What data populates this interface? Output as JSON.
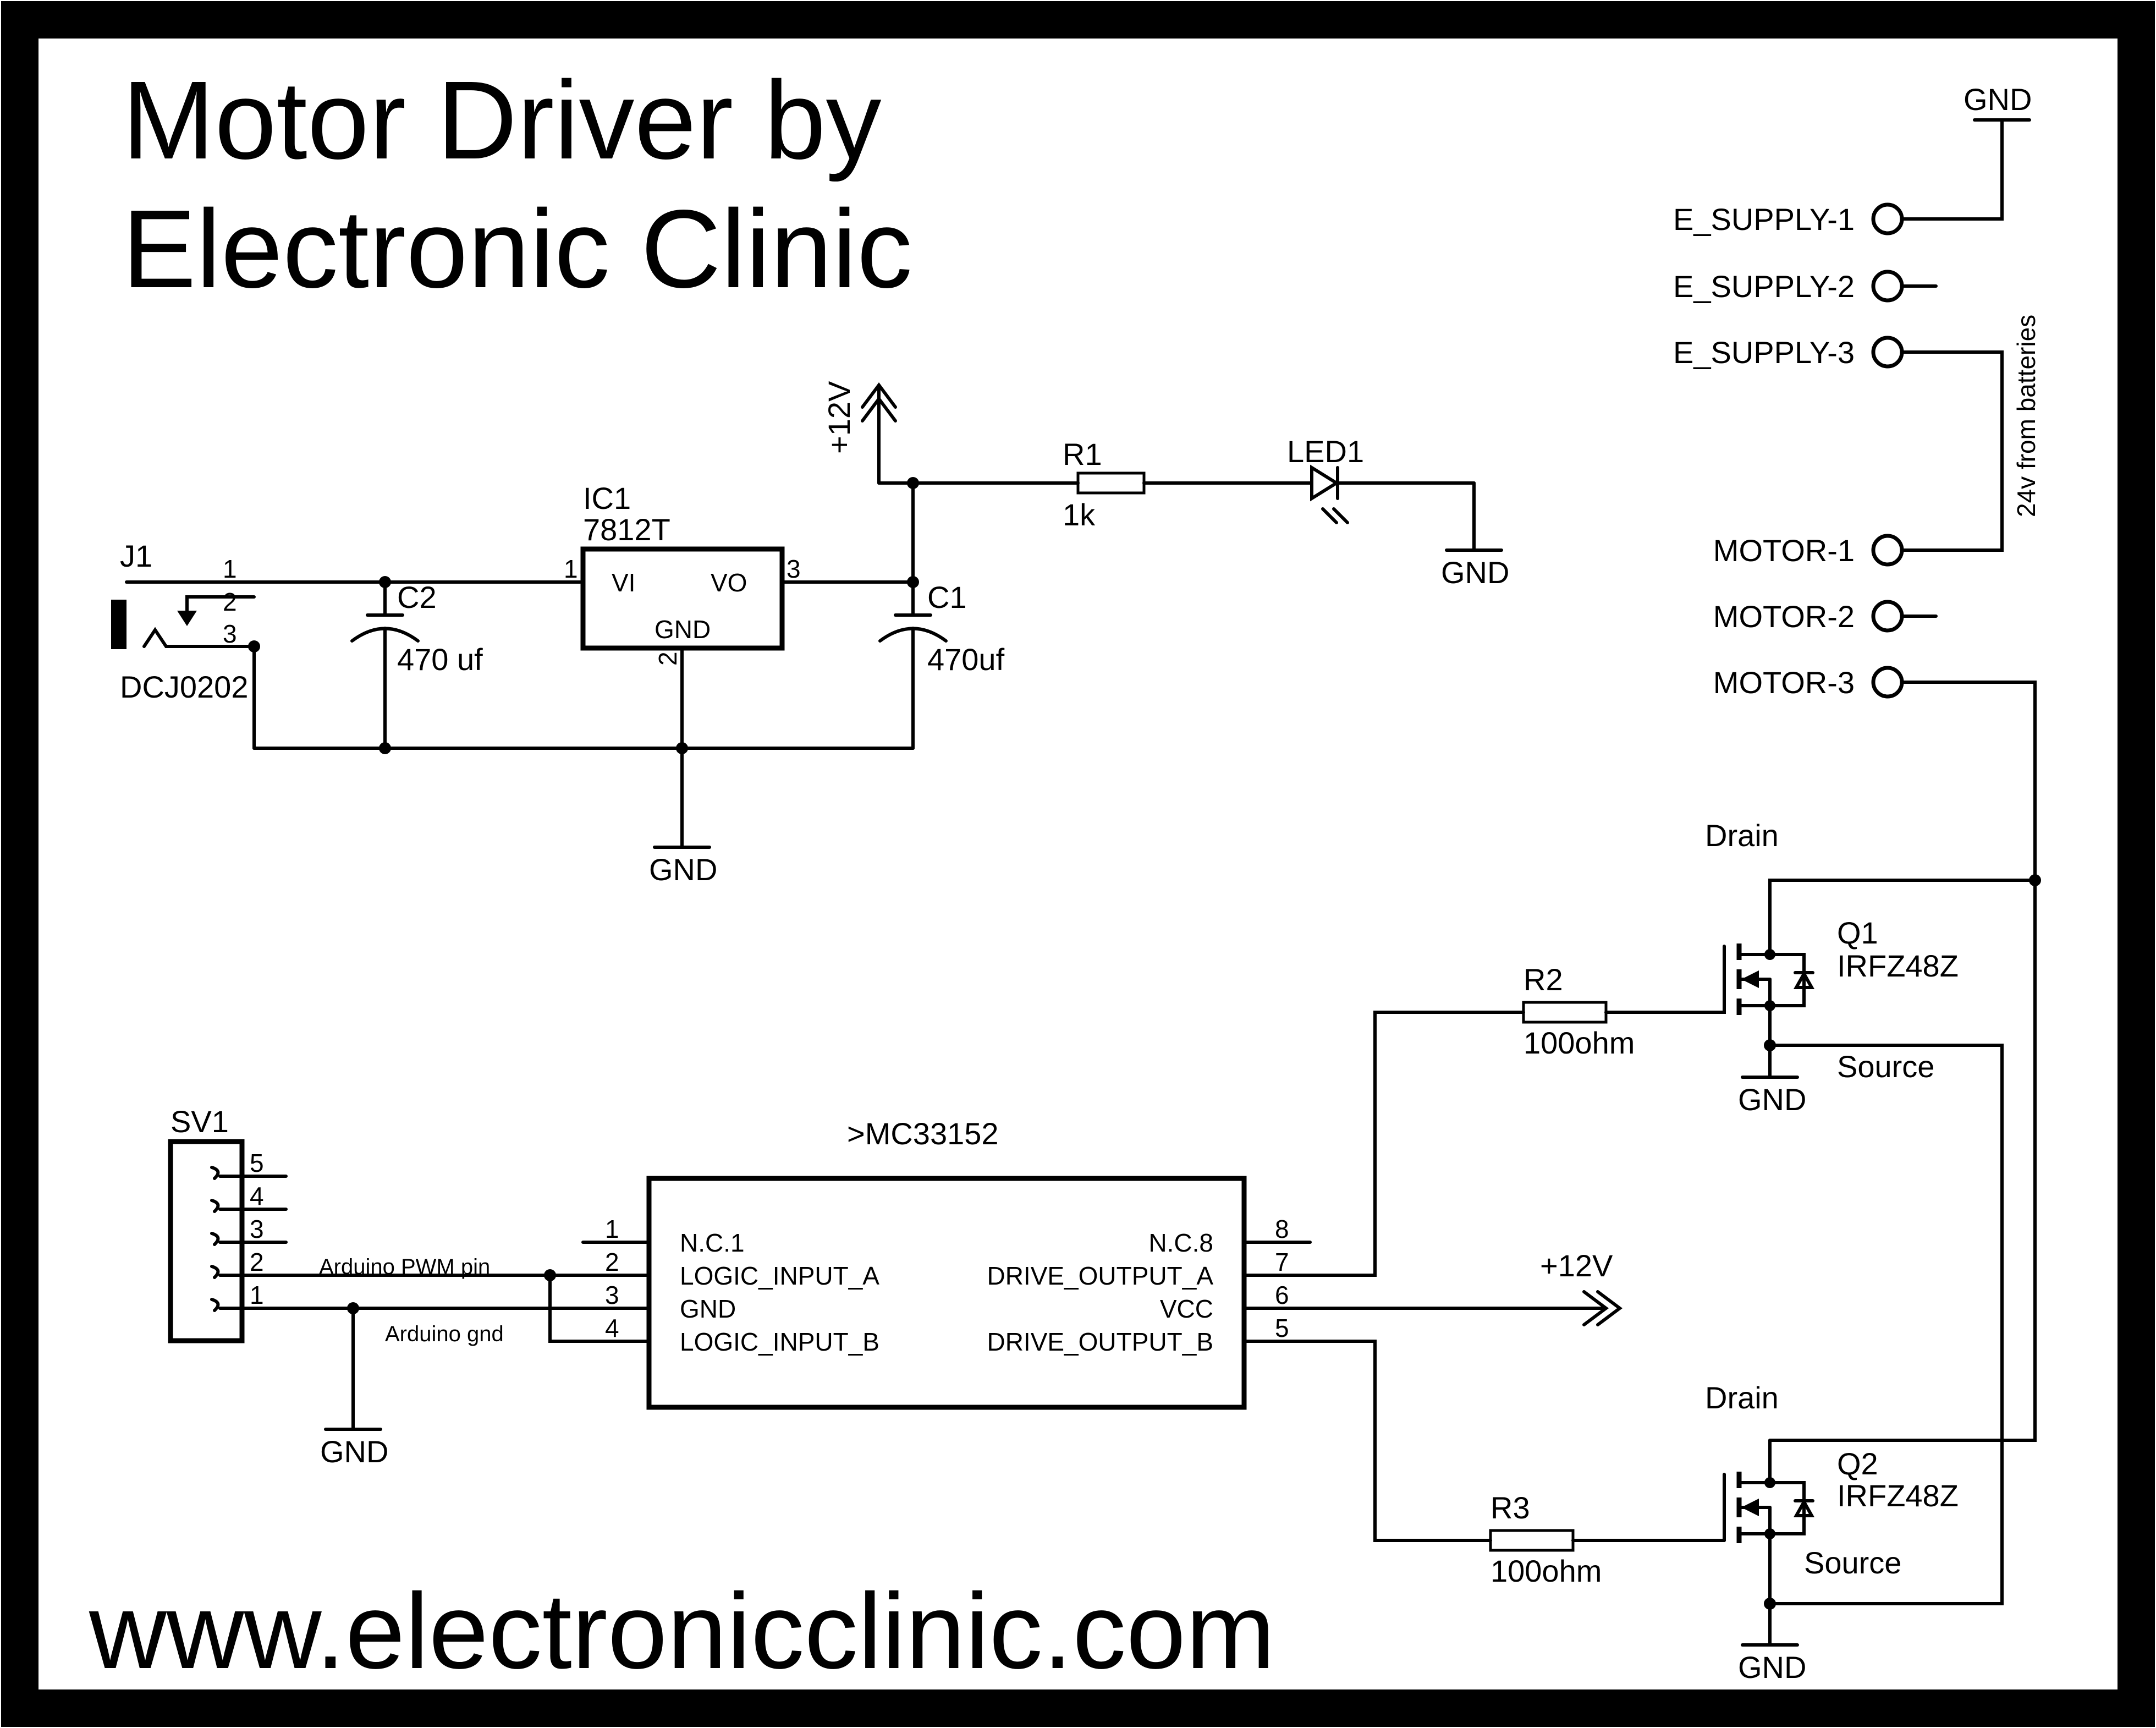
{
  "title": {
    "line1": "Motor Driver by",
    "line2": "Electronic Clinic"
  },
  "footer_url": "www.electronicclinic.com",
  "power_jack": {
    "name": "J1",
    "part": "DCJ0202",
    "pins": [
      "1",
      "2",
      "3"
    ]
  },
  "regulator": {
    "name": "IC1",
    "part": "7812T",
    "vi": "VI",
    "vo": "VO",
    "gnd": "GND",
    "pin_in": "1",
    "pin_gnd": "2",
    "pin_out": "3"
  },
  "c2": {
    "name": "C2",
    "value": "470 uf"
  },
  "c1": {
    "name": "C1",
    "value": "470uf"
  },
  "r1": {
    "name": "R1",
    "value": "1k"
  },
  "led1": {
    "name": "LED1"
  },
  "r2": {
    "name": "R2",
    "value": "100ohm"
  },
  "r3": {
    "name": "R3",
    "value": "100ohm"
  },
  "supply_12v": "+12V",
  "gnd_label": "GND",
  "connectors": {
    "e_supply": [
      "E_SUPPLY-1",
      "E_SUPPLY-2",
      "E_SUPPLY-3"
    ],
    "motor": [
      "MOTOR-1",
      "MOTOR-2",
      "MOTOR-3"
    ],
    "battery_note": "24v from batteries"
  },
  "q1": {
    "name": "Q1",
    "part": "IRFZ48Z",
    "drain": "Drain",
    "source": "Source"
  },
  "q2": {
    "name": "Q2",
    "part": "IRFZ48Z",
    "drain": "Drain",
    "source": "Source"
  },
  "sv1": {
    "name": "SV1",
    "pins": [
      "5",
      "4",
      "3",
      "2",
      "1"
    ],
    "pwm_label": "Arduino PWM pin",
    "gnd_label": "Arduino gnd"
  },
  "driver_ic": {
    "name": ">MC33152",
    "left_pins": [
      {
        "num": "1",
        "label": "N.C.1"
      },
      {
        "num": "2",
        "label": "LOGIC_INPUT_A"
      },
      {
        "num": "3",
        "label": "GND"
      },
      {
        "num": "4",
        "label": "LOGIC_INPUT_B"
      }
    ],
    "right_pins": [
      {
        "num": "8",
        "label": "N.C.8"
      },
      {
        "num": "7",
        "label": "DRIVE_OUTPUT_A"
      },
      {
        "num": "6",
        "label": "VCC"
      },
      {
        "num": "5",
        "label": "DRIVE_OUTPUT_B"
      }
    ]
  }
}
